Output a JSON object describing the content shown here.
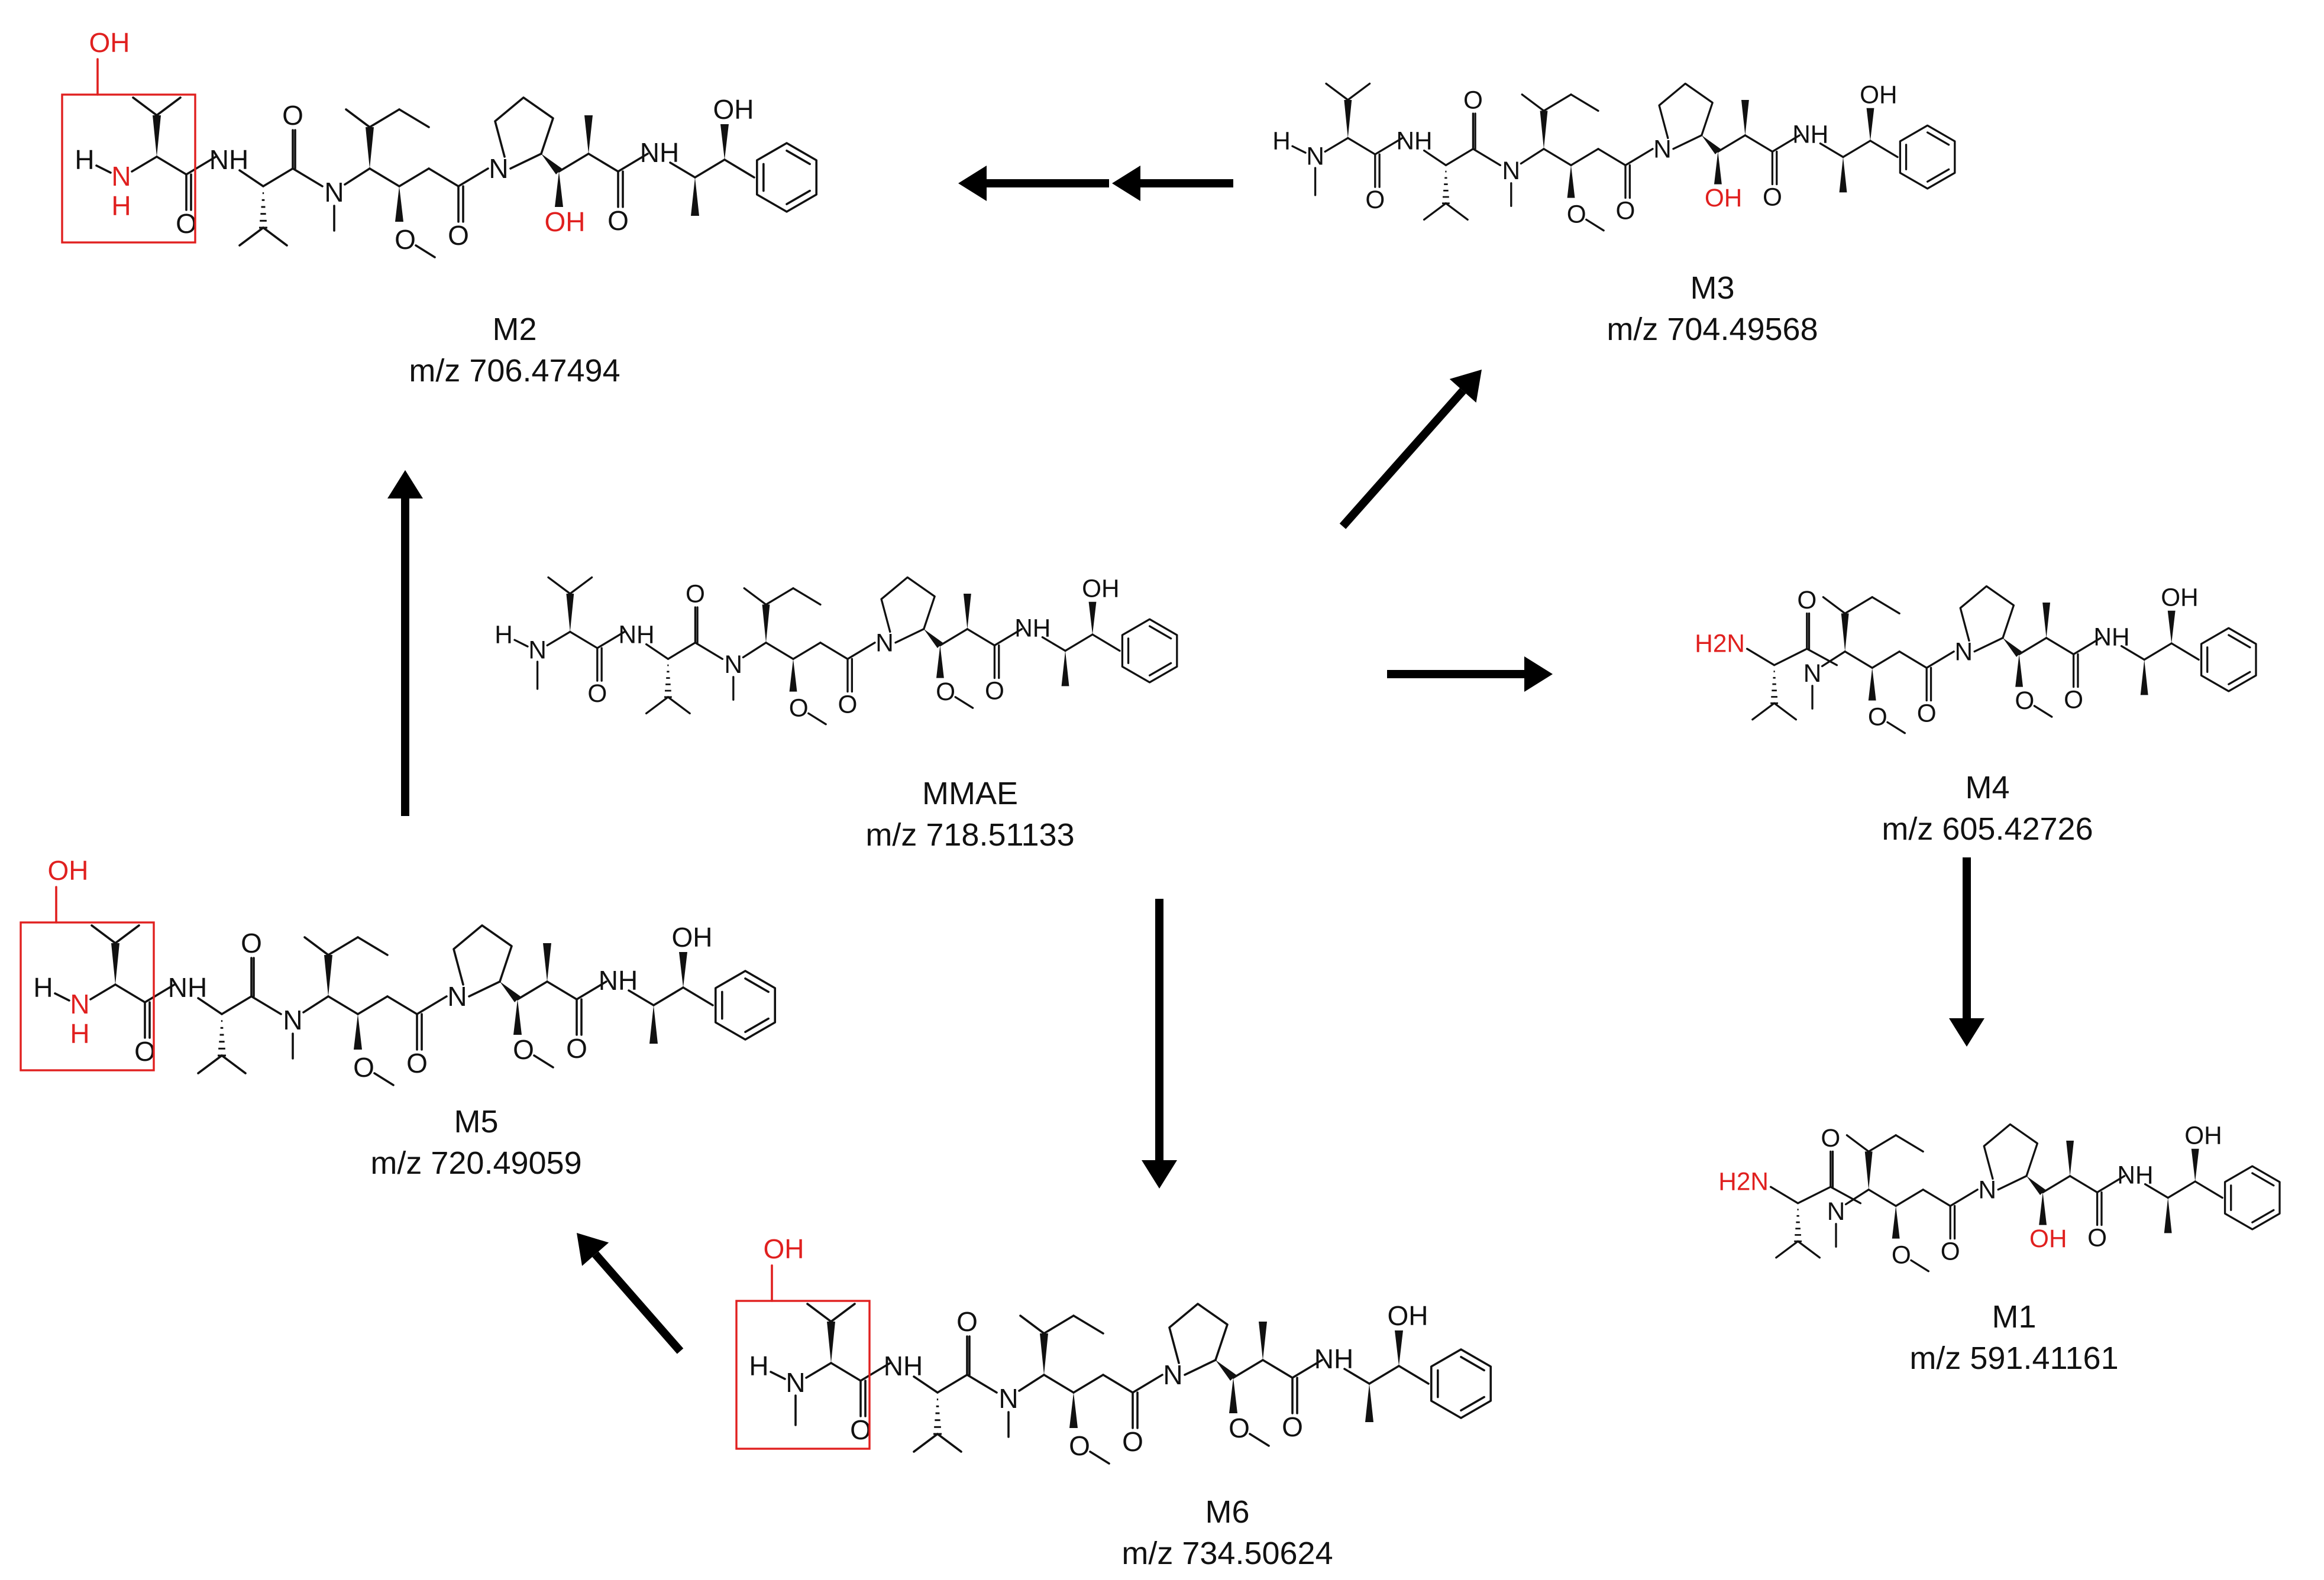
{
  "compounds": {
    "mmae": {
      "name": "MMAE",
      "mz": "m/z 718.51133"
    },
    "m1": {
      "name": "M1",
      "mz": "m/z 591.41161"
    },
    "m2": {
      "name": "M2",
      "mz": "m/z 706.47494"
    },
    "m3": {
      "name": "M3",
      "mz": "m/z 704.49568"
    },
    "m4": {
      "name": "M4",
      "mz": "m/z 605.42726"
    },
    "m5": {
      "name": "M5",
      "mz": "m/z 720.49059"
    },
    "m6": {
      "name": "M6",
      "mz": "m/z 734.50624"
    }
  },
  "atoms": {
    "hn": "H",
    "n": "N",
    "nh": "NH",
    "h2n": "H2N",
    "o": "O",
    "oh": "OH",
    "oh_top": "OH"
  },
  "colors": {
    "modification": "#e0201f",
    "bond": "#111111",
    "arrow": "#000000"
  },
  "arrows": [
    {
      "from": "mmae",
      "to": "m3"
    },
    {
      "from": "mmae",
      "to": "m4"
    },
    {
      "from": "mmae",
      "to": "m6"
    },
    {
      "from": "m3",
      "to": "m2"
    },
    {
      "from": "m4",
      "to": "m1"
    },
    {
      "from": "m6",
      "to": "m5"
    },
    {
      "from": "m5",
      "to": "m2"
    }
  ]
}
